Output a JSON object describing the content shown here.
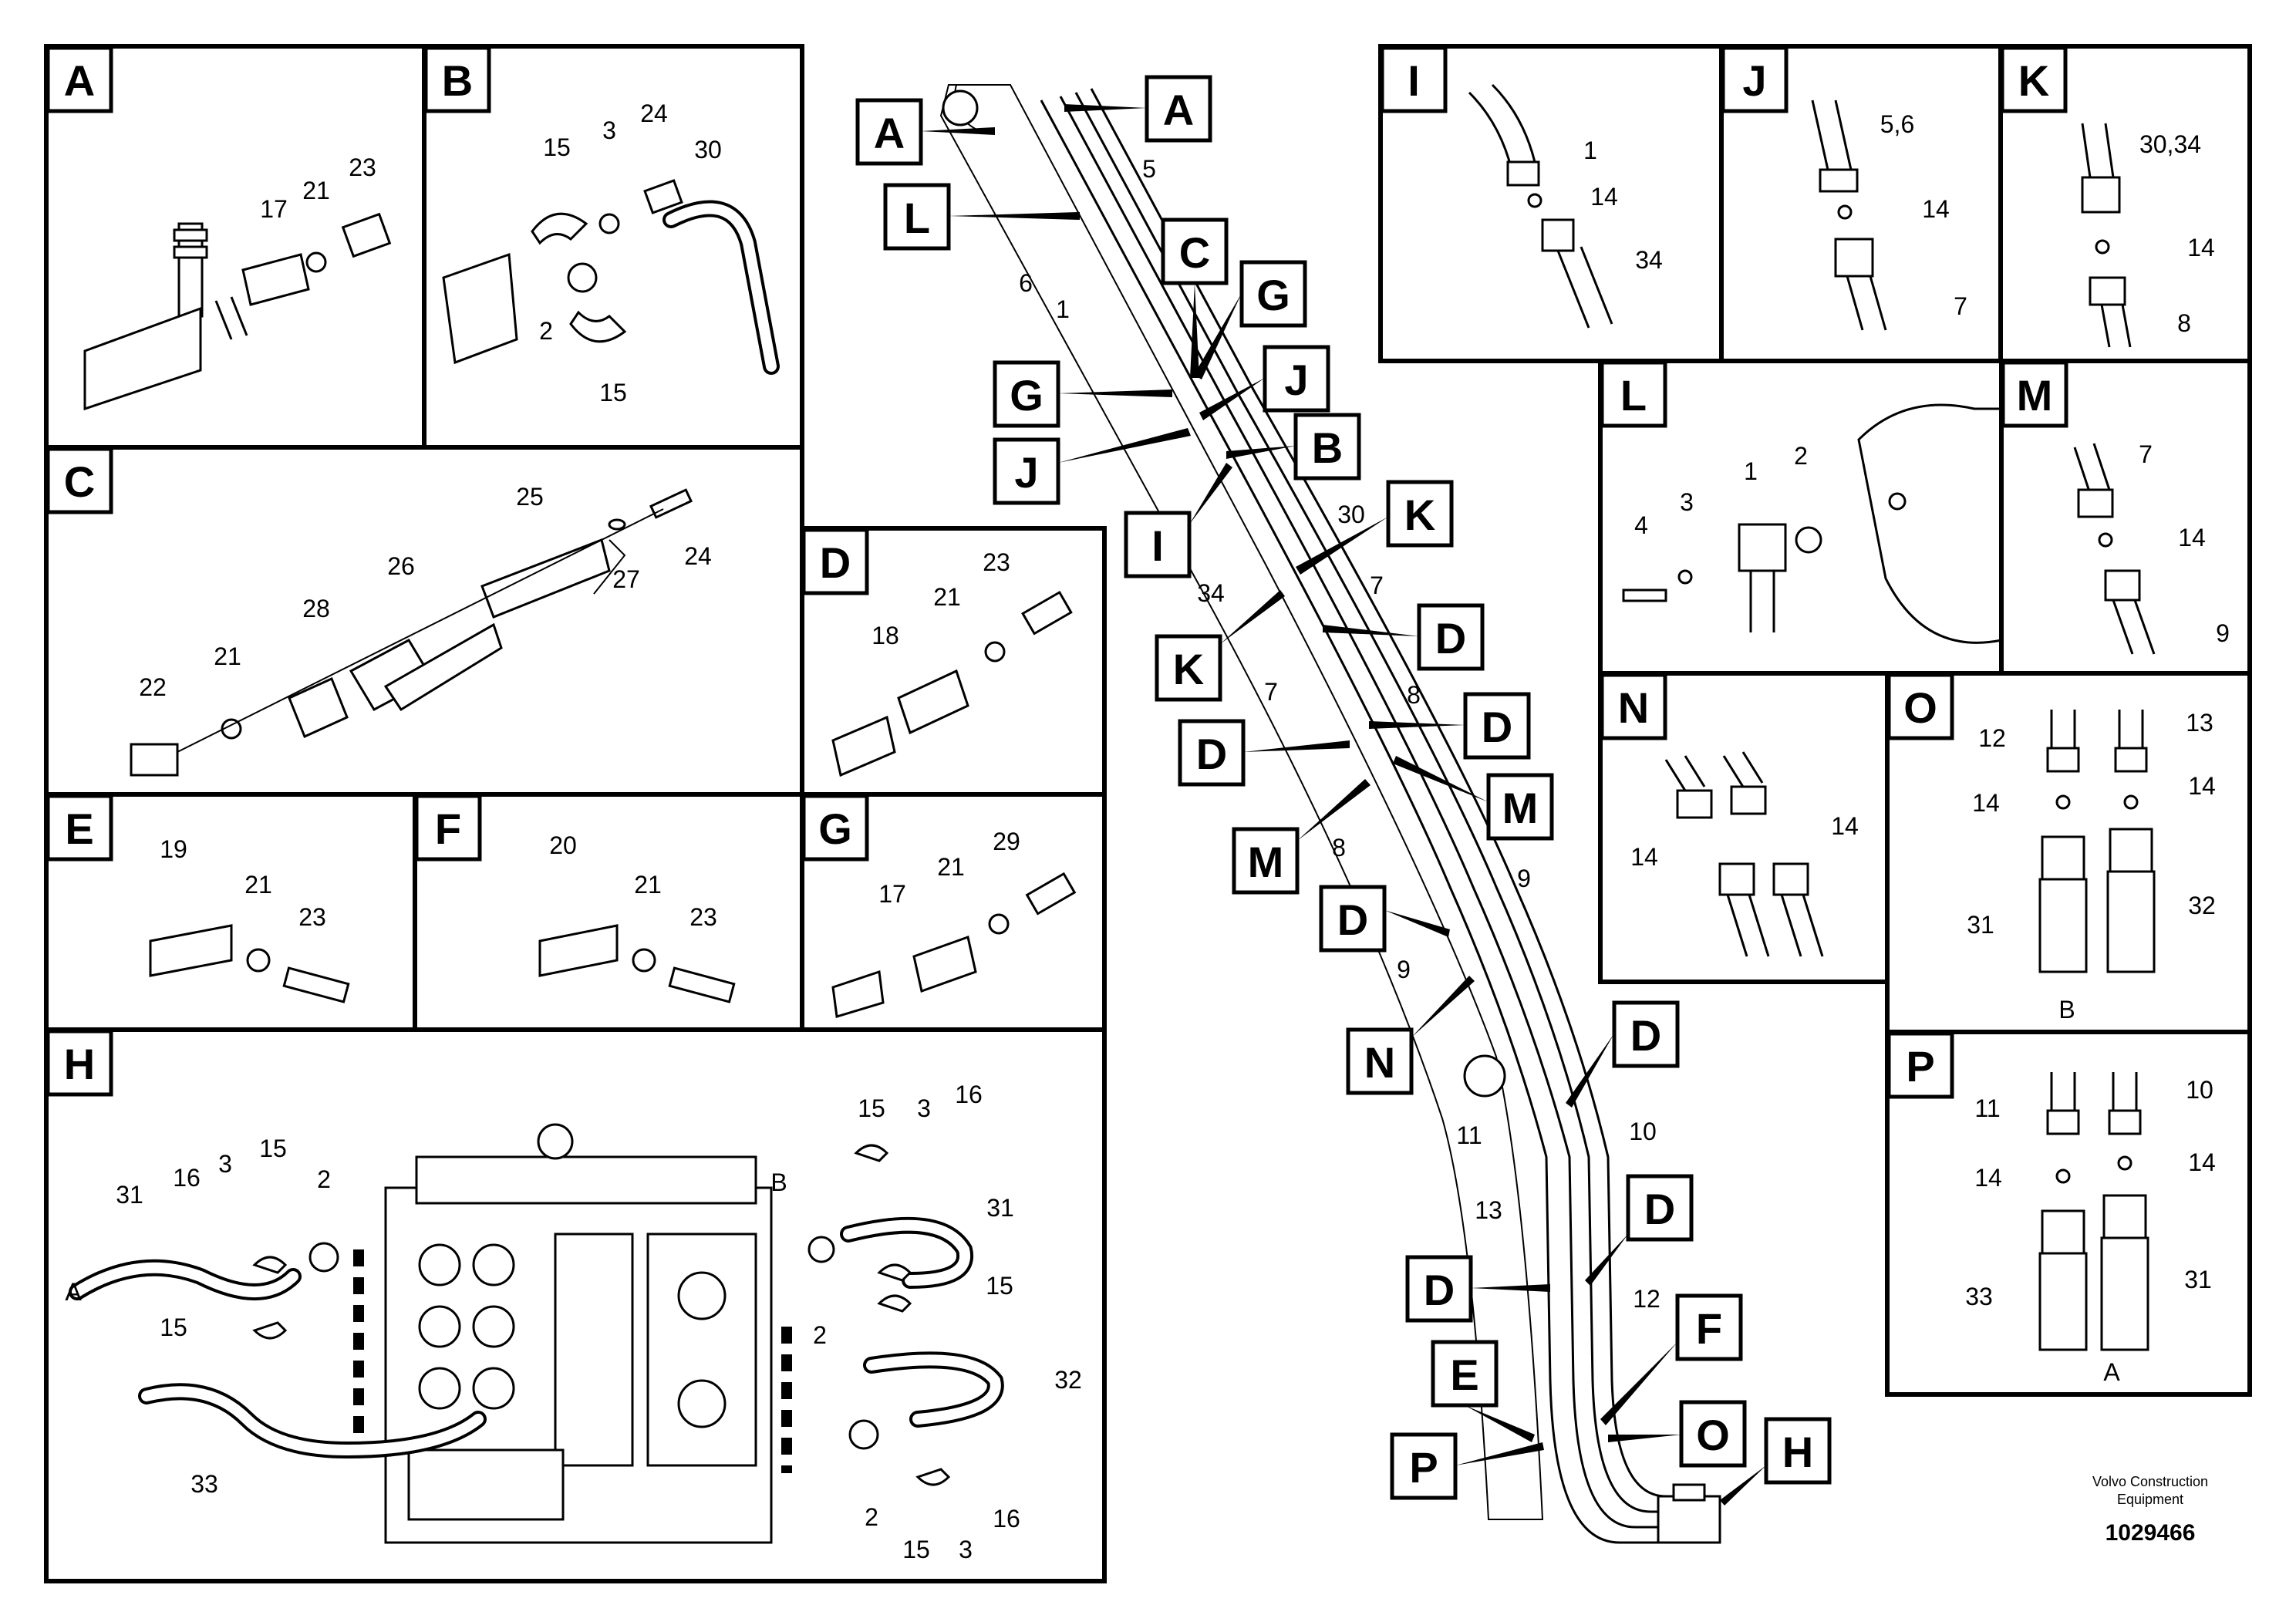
{
  "panels": {
    "A": {
      "letter": "A",
      "labels": [
        "17",
        "21",
        "23"
      ]
    },
    "B": {
      "letter": "B",
      "labels": [
        "15",
        "3",
        "24",
        "30",
        "2",
        "15"
      ]
    },
    "C": {
      "letter": "C",
      "labels": [
        "25",
        "26",
        "28",
        "21",
        "22",
        "27",
        "24"
      ]
    },
    "D": {
      "letter": "D",
      "labels": [
        "23",
        "21",
        "18"
      ]
    },
    "E": {
      "letter": "E",
      "labels": [
        "19",
        "21",
        "23"
      ]
    },
    "F": {
      "letter": "F",
      "labels": [
        "20",
        "21",
        "23"
      ]
    },
    "G": {
      "letter": "G",
      "labels": [
        "29",
        "21",
        "17"
      ]
    },
    "H": {
      "letter": "H",
      "labels": [
        "15",
        "3",
        "16",
        "31",
        "16",
        "3",
        "15",
        "2",
        "A",
        "15",
        "33",
        "B",
        "31",
        "2",
        "15",
        "32",
        "2",
        "15",
        "3",
        "16"
      ]
    },
    "I": {
      "letter": "I",
      "labels": [
        "1",
        "14",
        "34"
      ]
    },
    "J": {
      "letter": "J",
      "labels": [
        "5,6",
        "14",
        "7"
      ]
    },
    "K": {
      "letter": "K",
      "labels": [
        "30,34",
        "14",
        "8"
      ]
    },
    "L": {
      "letter": "L",
      "labels": [
        "1",
        "2",
        "3",
        "4"
      ]
    },
    "M": {
      "letter": "M",
      "labels": [
        "7",
        "14",
        "9"
      ]
    },
    "N": {
      "letter": "N",
      "labels": [
        "14",
        "14"
      ]
    },
    "O": {
      "letter": "O",
      "labels": [
        "12",
        "13",
        "14",
        "14",
        "31",
        "32",
        "B"
      ]
    },
    "P": {
      "letter": "P",
      "labels": [
        "11",
        "10",
        "14",
        "14",
        "33",
        "31",
        "A"
      ]
    }
  },
  "boom": {
    "tags": [
      "A",
      "A",
      "L",
      "C",
      "G",
      "G",
      "J",
      "J",
      "B",
      "I",
      "K",
      "D",
      "K",
      "D",
      "D",
      "M",
      "M",
      "D",
      "N",
      "D",
      "D",
      "D",
      "E",
      "F",
      "P",
      "O",
      "H"
    ],
    "part_labels": [
      "5",
      "6",
      "1",
      "30",
      "34",
      "7",
      "7",
      "8",
      "8",
      "9",
      "9",
      "11",
      "10",
      "13",
      "12"
    ]
  },
  "footer": {
    "company_line1": "Volvo Construction",
    "company_line2": "Equipment",
    "drawing_number": "1029466"
  }
}
